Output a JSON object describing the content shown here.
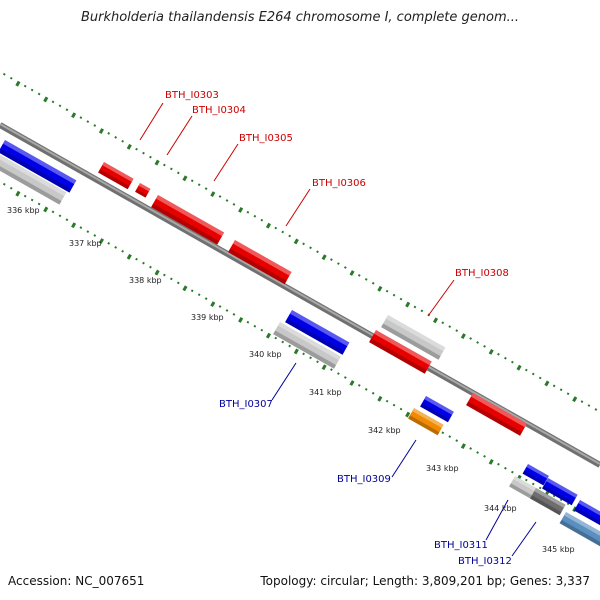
{
  "title": "Burkholderia thailandensis E264 chromosome I, complete genom...",
  "footer": {
    "accession": "Accession: NC_007651",
    "topology": "Topology: circular; Length: 3,809,201 bp; Genes: 3,337"
  },
  "tick_labels": [
    "336 kbp",
    "337 kbp",
    "338 kbp",
    "339 kbp",
    "340 kbp",
    "341 kbp",
    "342 kbp",
    "343 kbp",
    "344 kbp",
    "345 kbp"
  ],
  "gene_labels": [
    {
      "name": "BTH_I0303",
      "strand": "forward"
    },
    {
      "name": "BTH_I0304",
      "strand": "forward"
    },
    {
      "name": "BTH_I0305",
      "strand": "forward"
    },
    {
      "name": "BTH_I0306",
      "strand": "forward"
    },
    {
      "name": "BTH_I0308",
      "strand": "forward"
    },
    {
      "name": "BTH_I0307",
      "strand": "reverse"
    },
    {
      "name": "BTH_I0309",
      "strand": "reverse"
    },
    {
      "name": "BTH_I0311",
      "strand": "reverse"
    },
    {
      "name": "BTH_I0312",
      "strand": "reverse"
    }
  ],
  "colors": {
    "forward_gene": "#e60000",
    "reverse_gene": "#0000e6",
    "label_forward": "#cc0000",
    "label_reverse": "#000099",
    "rna_gene": "#f08a00",
    "other_gene": "#5a8fc0",
    "gray_feature": "#c8c8c8",
    "dark_gray_feature": "#6e6e6e",
    "backbone": "#8c8c8c",
    "gc_dots": "#2a7a2a"
  }
}
